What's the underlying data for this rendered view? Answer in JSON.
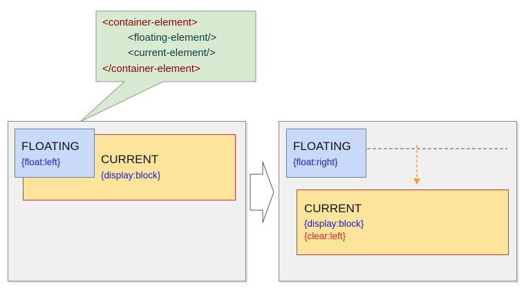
{
  "colors": {
    "bubble_fill": "#d9ead3",
    "bubble_stroke": "#8a9a86",
    "container_fill": "#f0f0f0",
    "floating_fill": "#c9daf8",
    "current_fill": "#fde49c",
    "current_border": "#e03030",
    "rule_blue": "#1a1ad6",
    "rule_red": "#e02020",
    "guide_dashed": "#888888",
    "arrow_dashed": "#f0a030"
  },
  "bubble": {
    "line1": "<container-element>",
    "line2": "<floating-element/>",
    "line3": "<current-element/>",
    "line4": "</container-element>"
  },
  "left_panel": {
    "floating": {
      "title": "FLOATING",
      "rule": "{float:left}"
    },
    "current": {
      "title": "CURRENT",
      "rule": "{display:block}"
    }
  },
  "right_panel": {
    "floating": {
      "title": "FLOATING",
      "rule": "{float:right}"
    },
    "current": {
      "title": "CURRENT",
      "rule1": "{display:block}",
      "rule2": "{clear:left}"
    }
  },
  "transition_arrow_icon": "block-arrow-right-icon"
}
